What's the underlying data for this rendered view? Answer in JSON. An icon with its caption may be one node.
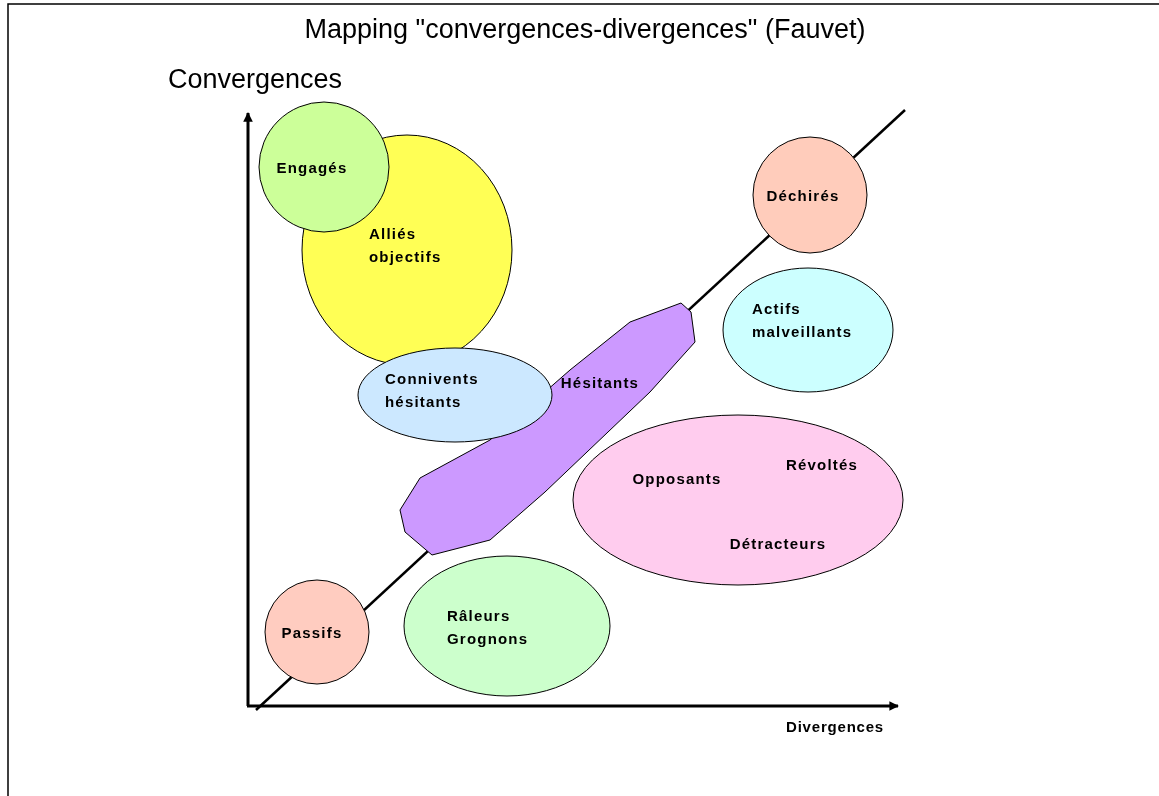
{
  "diagram": {
    "title": "Mapping \"convergences-divergences\" (Fauvet)",
    "nodes": [
      {
        "text": [
          "Engagés"
        ]
      },
      {
        "text": [
          "Alliés objectifs"
        ]
      },
      {
        "text": [
          "Déchirés"
        ]
      },
      {
        "text": [
          "Actifs malveillants"
        ]
      },
      {
        "text": [
          "Connivents hésitants"
        ]
      },
      {
        "text": [
          "Hésitants"
        ]
      },
      {
        "text": [
          "Opposants",
          "Révoltés",
          "Détracteurs"
        ]
      },
      {
        "text": [
          "Passifs"
        ]
      },
      {
        "text": [
          "Râleurs Grognons"
        ]
      }
    ],
    "labels": [
      "Convergences",
      "Divergences"
    ]
  }
}
